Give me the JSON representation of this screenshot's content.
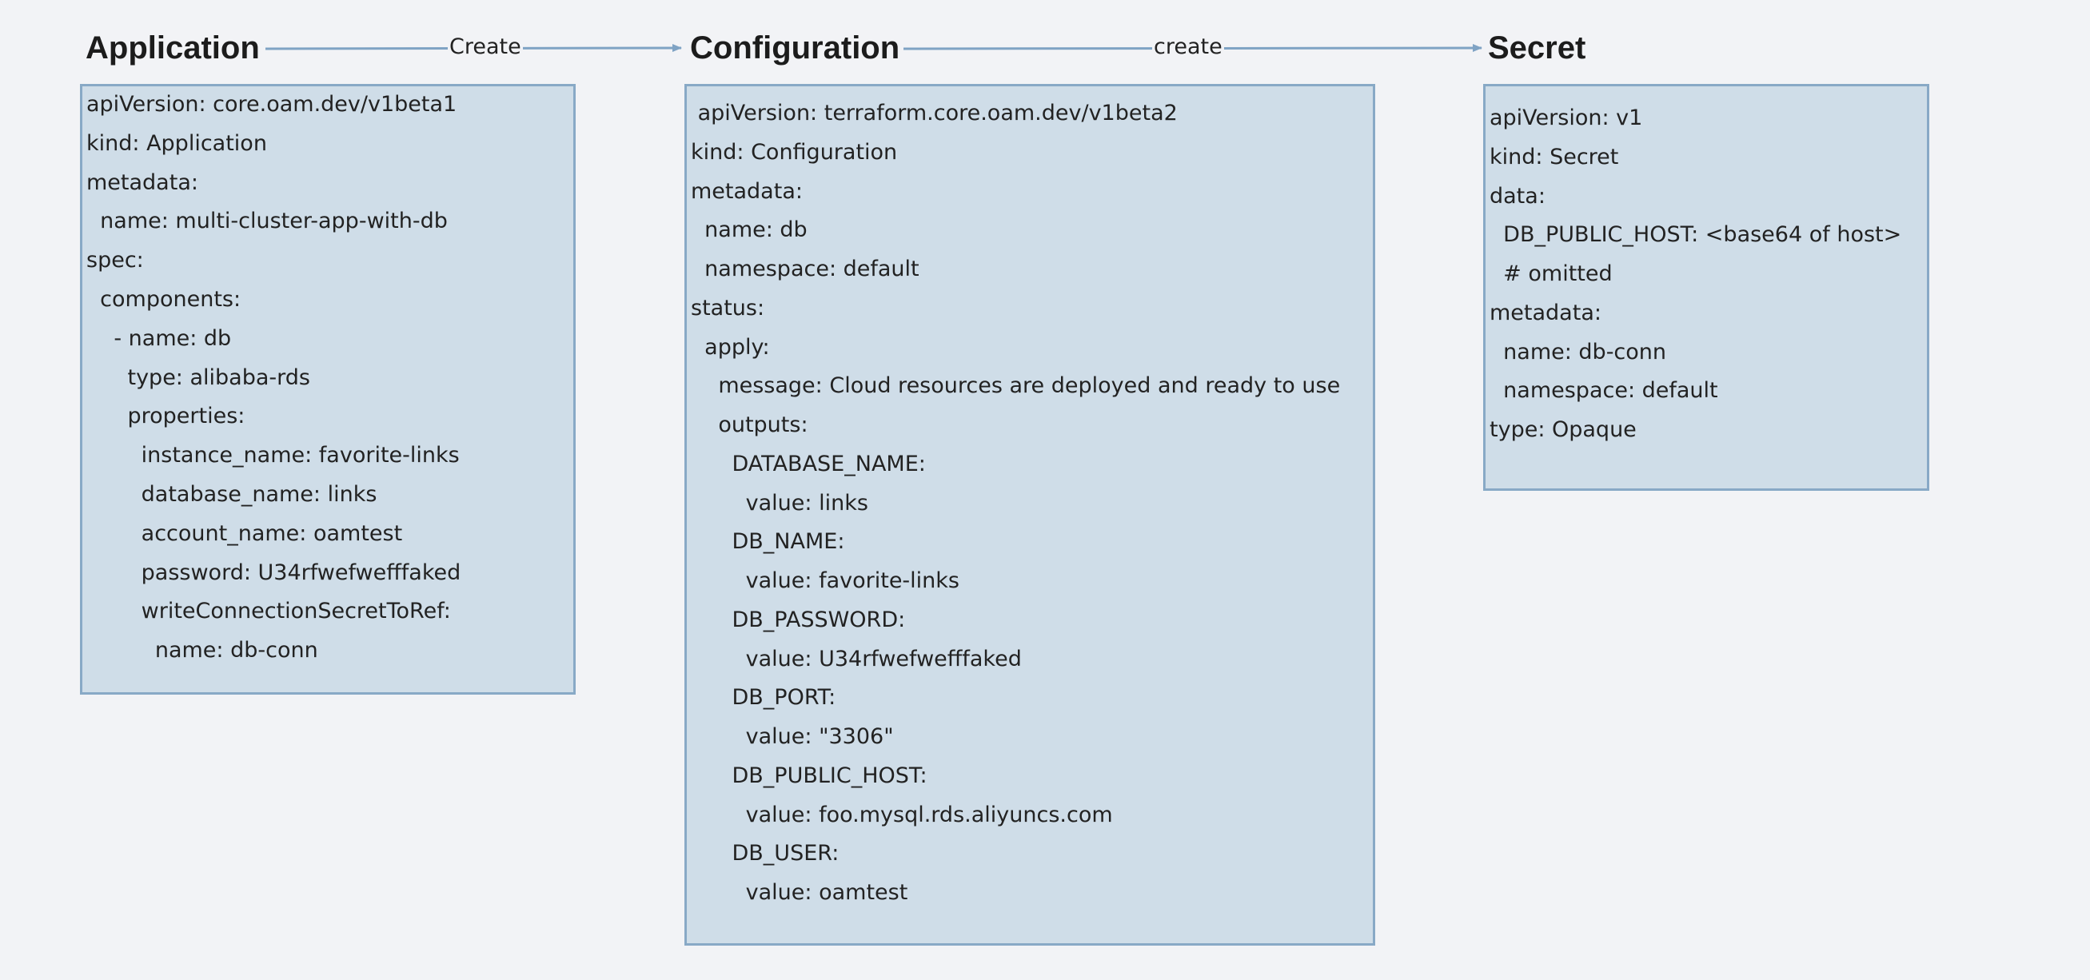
{
  "colors": {
    "background": "#f2f3f6",
    "box_fill": "#cfdde8",
    "box_border": "#88a9c6",
    "arrow": "#7fa3c4",
    "text": "#222222"
  },
  "nodes": {
    "application": {
      "title": "Application",
      "lines": [
        "apiVersion: core.oam.dev/v1beta1",
        "kind: Application",
        "metadata:",
        "  name: multi-cluster-app-with-db",
        "spec:",
        "  components:",
        "    - name: db",
        "      type: alibaba-rds",
        "      properties:",
        "        instance_name: favorite-links",
        "        database_name: links",
        "        account_name: oamtest",
        "        password: U34rfwefwefffaked",
        "        writeConnectionSecretToRef:",
        "          name: db-conn"
      ]
    },
    "configuration": {
      "title": "Configuration",
      "lines": [
        " apiVersion: terraform.core.oam.dev/v1beta2",
        "kind: Configuration",
        "metadata:",
        "  name: db",
        "  namespace: default",
        "status:",
        "  apply:",
        "    message: Cloud resources are deployed and ready to use",
        "    outputs:",
        "      DATABASE_NAME:",
        "        value: links",
        "      DB_NAME:",
        "        value: favorite-links",
        "      DB_PASSWORD:",
        "        value: U34rfwefwefffaked",
        "      DB_PORT:",
        "        value: \"3306\"",
        "      DB_PUBLIC_HOST:",
        "        value: foo.mysql.rds.aliyuncs.com",
        "      DB_USER:",
        "        value: oamtest"
      ]
    },
    "secret": {
      "title": "Secret",
      "lines": [
        "apiVersion: v1",
        "kind: Secret",
        "data:",
        "  DB_PUBLIC_HOST: <base64 of host>",
        "  # omitted",
        "metadata:",
        "  name: db-conn",
        "  namespace: default",
        "type: Opaque"
      ]
    }
  },
  "edges": [
    {
      "from": "application",
      "to": "configuration",
      "label": "Create"
    },
    {
      "from": "configuration",
      "to": "secret",
      "label": "create"
    }
  ]
}
